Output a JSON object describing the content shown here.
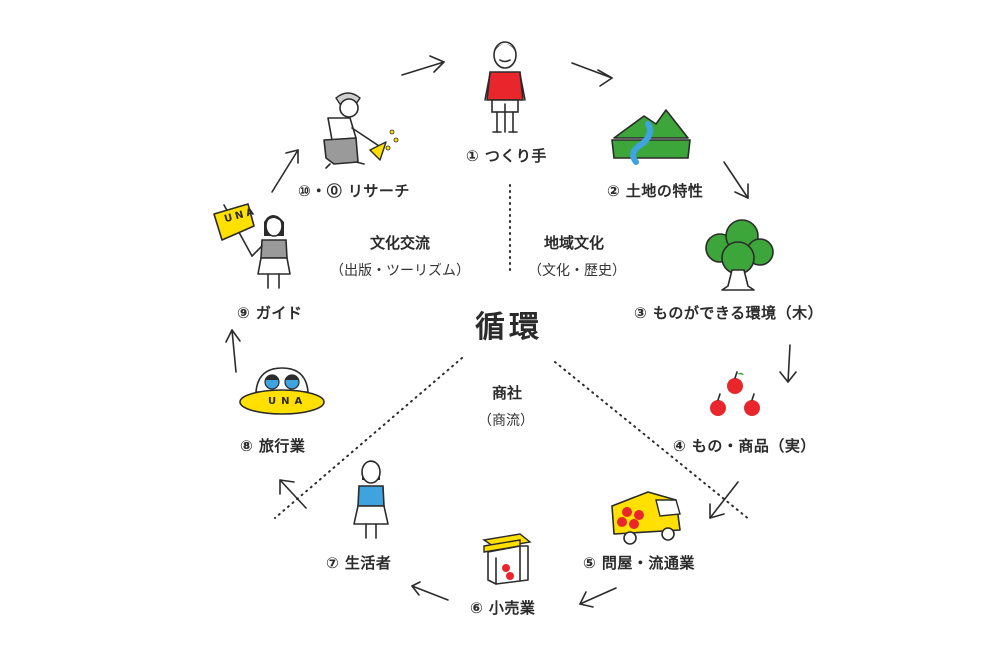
{
  "center_title": "循環",
  "stages": [
    {
      "id": "1",
      "label": "① つくり手",
      "icon": "maker-person-icon"
    },
    {
      "id": "2",
      "label": "② 土地の特性",
      "icon": "mountain-river-icon"
    },
    {
      "id": "3",
      "label": "③ ものができる環境（木）",
      "icon": "tree-icon"
    },
    {
      "id": "4",
      "label": "④ もの・商品（実）",
      "icon": "apples-icon"
    },
    {
      "id": "5",
      "label": "⑤ 問屋・流通業",
      "icon": "delivery-truck-icon"
    },
    {
      "id": "6",
      "label": "⑥ 小売業",
      "icon": "shop-icon"
    },
    {
      "id": "7",
      "label": "⑦ 生活者",
      "icon": "consumer-person-icon"
    },
    {
      "id": "8",
      "label": "⑧ 旅行業",
      "icon": "travel-ufo-icon"
    },
    {
      "id": "9",
      "label": "⑨ ガイド",
      "icon": "guide-flag-icon"
    },
    {
      "id": "10",
      "label": "⑩・⓪ リサーチ",
      "icon": "researcher-digging-icon"
    }
  ],
  "sectors": {
    "culture_exchange": {
      "title": "文化交流",
      "sub": "（出版・ツーリズム）"
    },
    "regional_culture": {
      "title": "地域文化",
      "sub": "（文化・歴史）"
    },
    "trading": {
      "title": "商社",
      "sub": "（商流）"
    }
  },
  "flag_text": "UNA",
  "ufo_text": "UNA",
  "colors": {
    "red": "#e8262b",
    "yellow": "#ffe000",
    "blue": "#3fa3e0",
    "green": "#3da63a",
    "ink": "#2b2b2b"
  }
}
